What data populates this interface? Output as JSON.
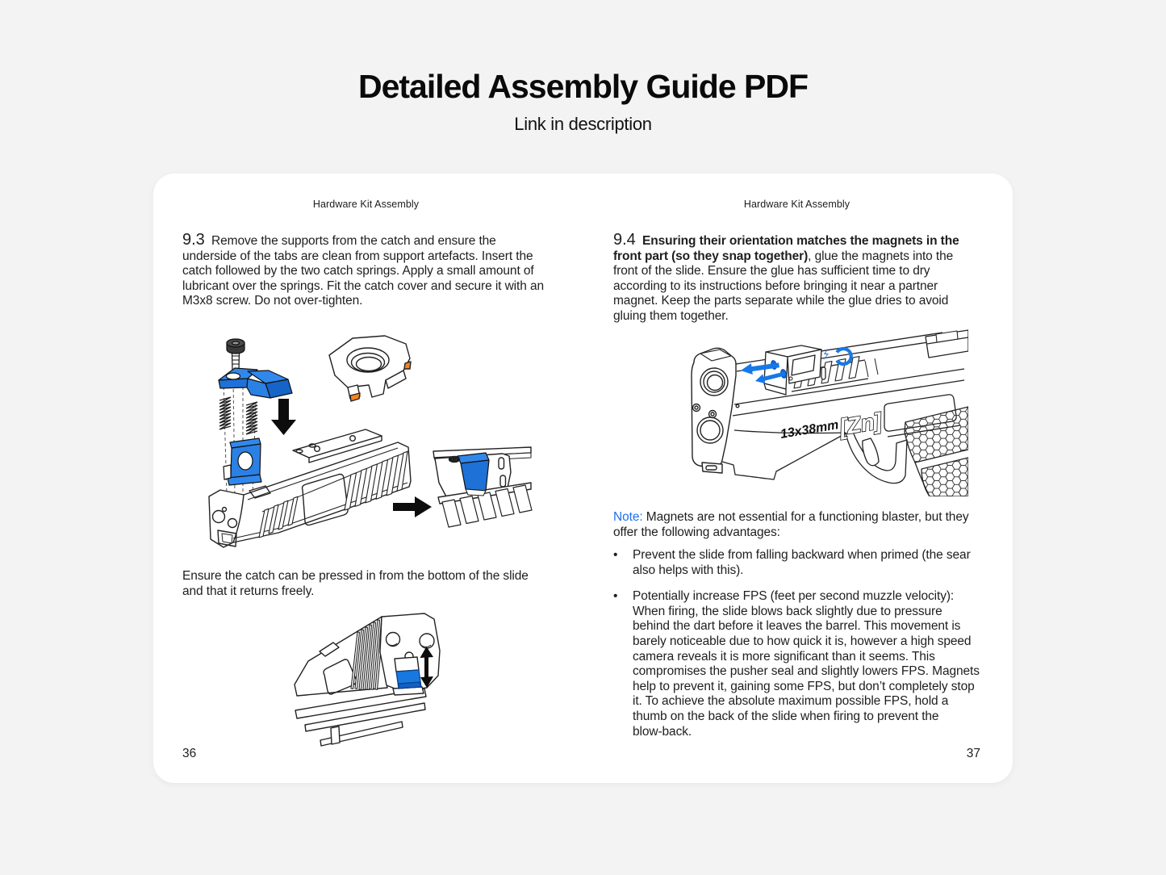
{
  "title": "Detailed Assembly Guide PDF",
  "subtitle": "Link in description",
  "card": {
    "left_page": {
      "header": "Hardware Kit Assembly",
      "section_number": "9.3",
      "section_text": "Remove the supports from the catch and ensure the underside of the tabs are clean from support artefacts. Insert the catch followed by the two catch springs. Apply a small amount of lubricant over the springs. Fit the catch cover and secure it with an M3x8 screw. Do not over-tighten.",
      "caption": "Ensure the catch can be pressed in from the bottom of the slide and that it returns freely.",
      "page_number": "36"
    },
    "right_page": {
      "header": "Hardware Kit Assembly",
      "section_number": "9.4",
      "section_bold": "Ensuring their orientation matches the magnets in the front part (so they snap together)",
      "section_rest": ", glue the magnets into the front of the slide. Ensure the glue has sufficient time to dry according to its instructions before bringing it near a partner magnet. Keep the parts separate while the glue dries to avoid gluing them together.",
      "note_label": "Note:",
      "note_text": " Magnets are not essential for a functioning blaster, but they offer the following advantages:",
      "bullets": [
        "Prevent the slide from falling backward when primed (the sear also helps with this).",
        "Potentially increase FPS (feet per second muzzle velocity): When firing, the slide blows back slightly due to pressure behind the dart before it leaves the barrel. This movement is barely noticeable due to how quick it is, however a high speed camera reveals it is more significant than it seems. This compromises the pusher seal and slightly lowers FPS. Magnets help to prevent it, gaining some FPS, but don’t completely stop it. To achieve the absolute maximum possible FPS, hold a thumb on the back of the slide when firing to prevent the blow‑back."
      ],
      "page_number": "37",
      "slide_markings": {
        "caliber": "13x38mm",
        "badge": "[Zn]"
      }
    },
    "colors": {
      "accent_blue": "#1778E0",
      "accent_blue_dark": "#1160C4",
      "accent_blue_light": "#3188EC",
      "accent_orange": "#F5831F",
      "note_blue": "#1F6FEB"
    }
  }
}
